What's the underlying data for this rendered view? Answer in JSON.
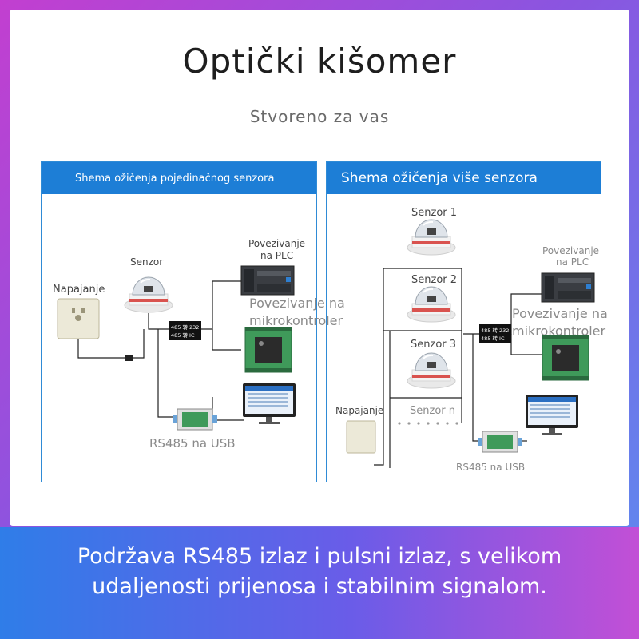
{
  "title": "Optički kišomer",
  "subtitle": "Stvoreno za vas",
  "panel_single": {
    "header": "Shema ožičenja pojedinačnog senzora",
    "labels": {
      "power": "Napajanje",
      "sensor": "Senzor",
      "plc_line1": "Povezivanje",
      "plc_line2": "na PLC",
      "mcu_line1": "Povezivanje na",
      "mcu_line2": "mikrokontroler",
      "converter_line1": "485 转 232",
      "converter_line2": "485 转 IC",
      "usb": "RS485 na USB"
    }
  },
  "panel_multi": {
    "header": "Shema ožičenja više senzora",
    "labels": {
      "sensor1": "Senzor 1",
      "sensor2": "Senzor 2",
      "sensor3": "Senzor 3",
      "sensorn": "Senzor n",
      "power": "Napajanje",
      "plc_line1": "Povezivanje",
      "plc_line2": "na PLC",
      "mcu_line1": "Povezivanje na",
      "mcu_line2": "mikrokontroler",
      "converter_line1": "485 转 232",
      "converter_line2": "485 转 IC",
      "usb": "RS485 na USB"
    }
  },
  "footer_text": "Podržava RS485 izlaz i pulsni izlaz, s velikom udaljenosti prijenosa i stabilnim signalom.",
  "colors": {
    "header_blue": "#1d7ed6",
    "border_blue": "#2f8bd6",
    "board_green": "#3f9a5a"
  }
}
